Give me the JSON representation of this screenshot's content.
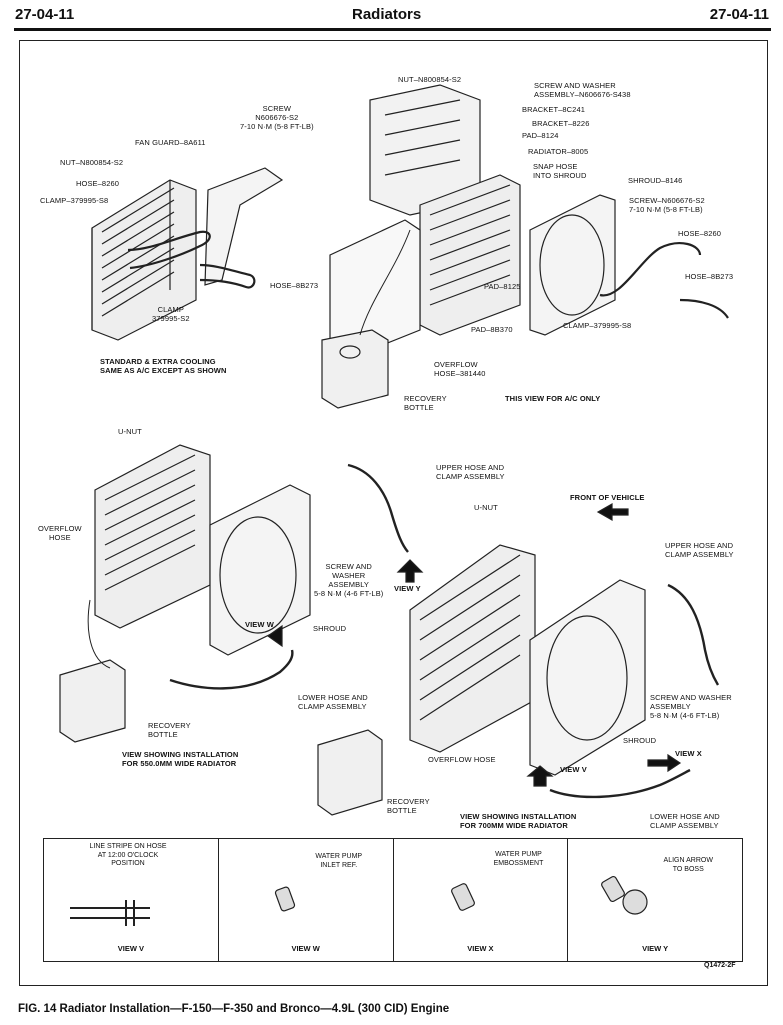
{
  "header": {
    "left": "27-04-11",
    "center": "Radiators",
    "right": "27-04-11"
  },
  "caption": "FIG. 14  Radiator Installation—F-150—F-350 and Bronco—4.9L (300 CID) Engine",
  "code": "Q1472-2F",
  "labels": {
    "screw_top": "SCREW\nN606676-S2\n7-10 N·m (5-8 FT-LB)",
    "fan_guard": "FAN GUARD–8A611",
    "nut_left": "NUT–N800854-S2",
    "hose_8260_left": "HOSE–8260",
    "clamp_left": "CLAMP–379995-S8",
    "hose_8b273_left": "HOSE–8B273",
    "clamp_bottom": "CLAMP\n379995-S2",
    "std_extra": "STANDARD & EXTRA COOLING\nSAME AS A/C EXCEPT AS SHOWN",
    "nut_top": "NUT–N800854-S2",
    "screw_washer_top": "SCREW AND WASHER\nASSEMBLY–N606676-S438",
    "bracket_8c241": "BRACKET–8C241",
    "bracket_8226": "BRACKET–8226",
    "pad_8124": "PAD–8124",
    "radiator_8005": "RADIATOR–8005",
    "snap_hose": "SNAP HOSE\nINTO SHROUD",
    "shroud_8146": "SHROUD–8146",
    "screw_right": "SCREW–N606676-S2\n7-10 N·m (5-8 FT-LB)",
    "hose_8260_right": "HOSE–8260",
    "hose_8b273_right": "HOSE–8B273",
    "pad_8125": "PAD–8125",
    "clamp_right": "CLAMP–379995-S8",
    "pad_8b370": "PAD–8B370",
    "overflow_hose_top": "OVERFLOW\nHOSE–381440",
    "recovery_top": "RECOVERY\nBOTTLE",
    "ac_only": "THIS VIEW FOR A/C ONLY",
    "unut_left": "U-NUT",
    "upper_hose_left": "UPPER HOSE AND\nCLAMP ASSEMBLY",
    "overflow_left": "OVERFLOW\nHOSE",
    "screw_washer_mid": "SCREW AND\nWASHER\nASSEMBLY\n5-8 N·m (4-6 FT-LB)",
    "view_y_arrow": "VIEW Y",
    "view_w_arrow": "VIEW W",
    "shroud_mid": "SHROUD",
    "lower_hose_left": "LOWER HOSE AND\nCLAMP ASSEMBLY",
    "recovery_mid": "RECOVERY\nBOTTLE",
    "view_550": "VIEW SHOWING INSTALLATION\nFOR 550.0mm WIDE RADIATOR",
    "front_vehicle": "FRONT OF VEHICLE",
    "unut_right": "U-NUT",
    "upper_hose_right": "UPPER HOSE AND\nCLAMP ASSEMBLY",
    "screw_washer_right": "SCREW AND WASHER\nASSEMBLY\n5-8 N·m (4-6 FT-LB)",
    "shroud_right": "SHROUD",
    "view_x_arrow": "VIEW X",
    "overflow_hose_bottom": "OVERFLOW HOSE",
    "view_v_arrow": "VIEW V",
    "recovery_bottom": "RECOVERY\nBOTTLE",
    "view_700": "VIEW SHOWING INSTALLATION\nFOR 700mm WIDE RADIATOR",
    "lower_hose_right": "LOWER HOSE AND\nCLAMP ASSEMBLY"
  },
  "views": [
    {
      "name": "VIEW V",
      "text": "LINE STRIPE ON HOSE\nAT 12:00 O'CLOCK\nPOSITION"
    },
    {
      "name": "VIEW W",
      "text": "WATER PUMP\nINLET REF."
    },
    {
      "name": "VIEW X",
      "text": "WATER PUMP\nEMBOSSMENT"
    },
    {
      "name": "VIEW Y",
      "text": "ALIGN ARROW\nTO BOSS"
    }
  ]
}
